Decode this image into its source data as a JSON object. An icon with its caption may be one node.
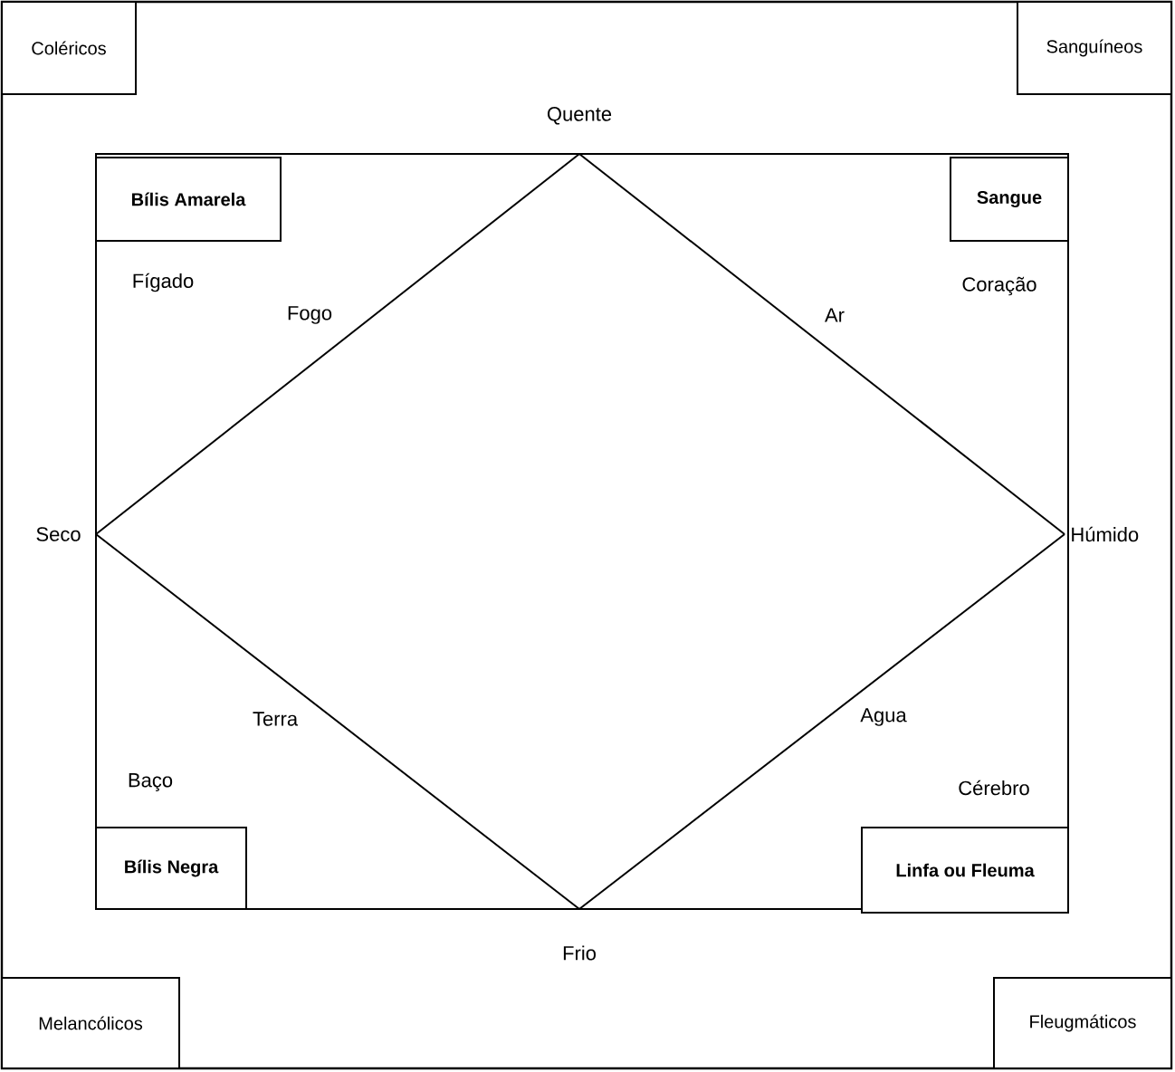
{
  "diagram": {
    "nodes": [
      {
        "text": [
          "Coléricos"
        ]
      },
      {
        "text": [
          "Sanguíneos"
        ]
      },
      {
        "text": [
          "Quente"
        ]
      },
      {
        "text": [
          "Bílis Amarela"
        ],
        "beside": [
          "Fígado"
        ]
      },
      {
        "text": [
          "Sangue"
        ],
        "beside": [
          "Coração"
        ]
      },
      {
        "text": [
          "Seco"
        ]
      },
      {
        "text": [
          "Húmido"
        ]
      },
      {
        "text": [
          "Bílis Negra"
        ],
        "beside": [
          "Baço"
        ]
      },
      {
        "text": [
          "Linfa ou Fleuma"
        ],
        "beside": [
          "Cérebro"
        ]
      },
      {
        "text": [
          "Frio"
        ]
      },
      {
        "text": [
          "Melancólicos"
        ]
      },
      {
        "text": [
          "Fleugmáticos"
        ]
      }
    ],
    "edges": [
      {
        "from": 2,
        "to": 5,
        "arrow": "none",
        "label": "Fogo"
      },
      {
        "from": 2,
        "to": 6,
        "arrow": "none",
        "label": "Ar"
      },
      {
        "from": 5,
        "to": 9,
        "arrow": "none",
        "label": "Terra"
      },
      {
        "from": 6,
        "to": 9,
        "arrow": "none",
        "label": "Agua"
      }
    ]
  }
}
